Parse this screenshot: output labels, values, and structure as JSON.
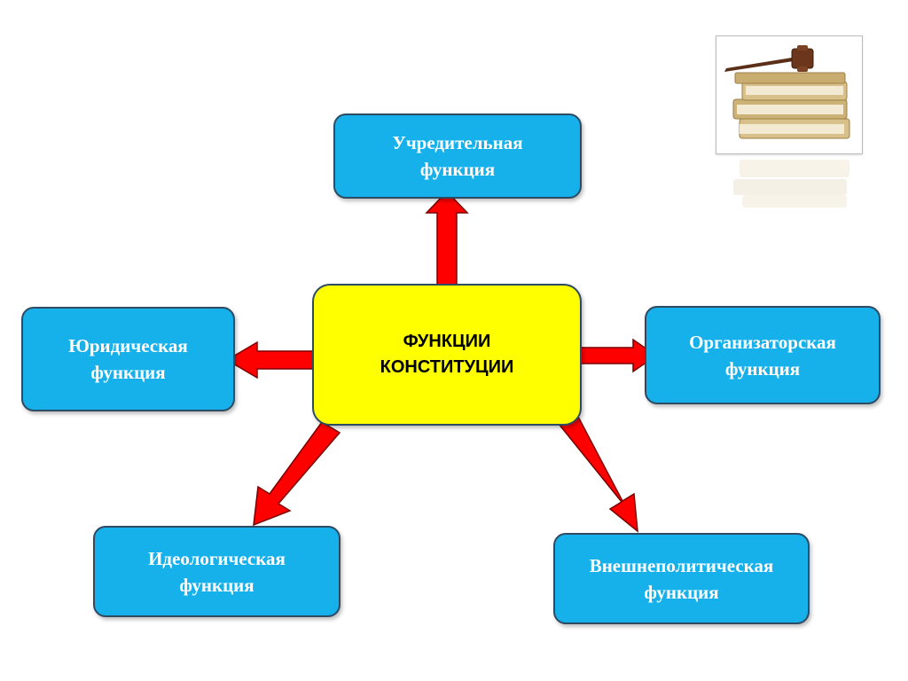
{
  "diagram": {
    "center": {
      "lines": [
        "ФУНКЦИИ",
        "КОНСТИТУЦИИ"
      ]
    },
    "nodes": {
      "top": {
        "lines": [
          "Учредительная",
          "функция"
        ]
      },
      "left": {
        "lines": [
          "Юридическая",
          "функция"
        ]
      },
      "right": {
        "lines": [
          "Организаторская",
          "функция"
        ]
      },
      "bleft": {
        "lines": [
          "Идеологическая",
          "функция"
        ]
      },
      "bright": {
        "lines": [
          "Внешнеполитическая",
          "функция"
        ]
      }
    }
  },
  "colors": {
    "node_fill": "#16b0ea",
    "node_border": "#2f4a63",
    "center_fill": "#ffff00",
    "arrow_fill": "#ff0000",
    "arrow_outline": "#7a0000"
  },
  "illustration": {
    "icon": "gavel-on-books-icon"
  }
}
